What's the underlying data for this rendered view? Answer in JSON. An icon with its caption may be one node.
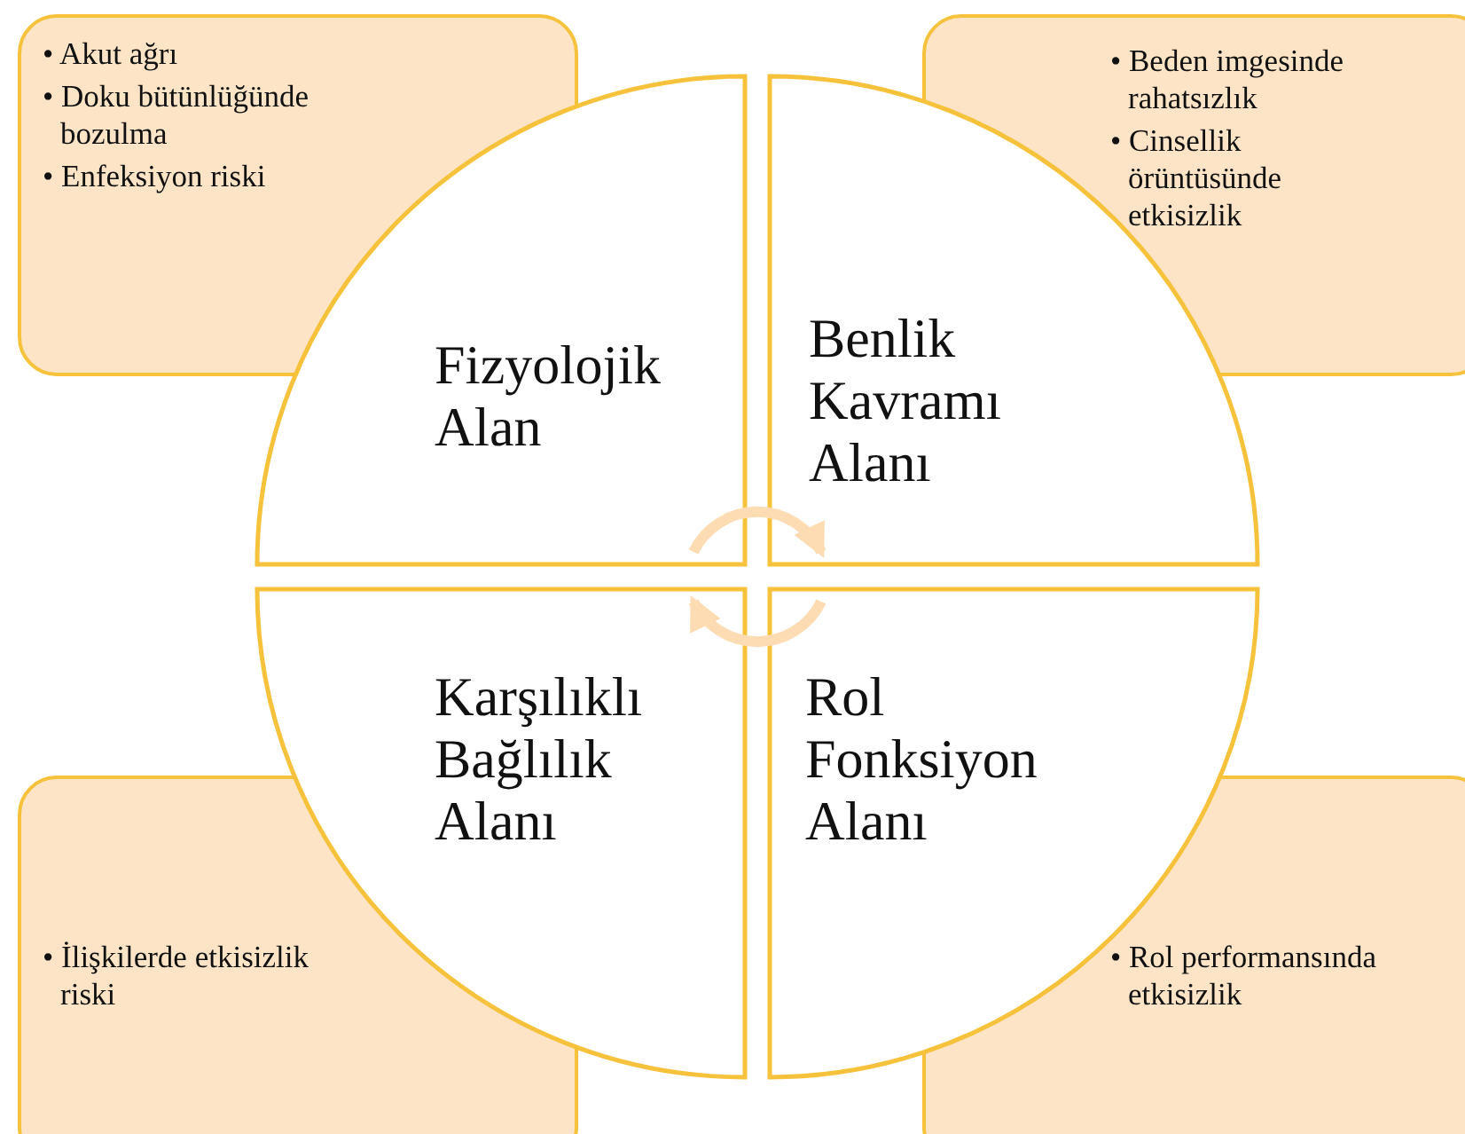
{
  "diagram": {
    "nodes": [
      {
        "text": [
          "• Akut ağrı",
          "• Doku bütünlüğünde bozulma",
          "• Enfeksiyon riski"
        ]
      },
      {
        "text": [
          "• Beden imgesinde rahatsızlık",
          "• Cinsellik örüntüsünde etkisizlik"
        ]
      },
      {
        "text": [
          "Fizyolojik Alan"
        ]
      },
      {
        "text": [
          "Benlik Kavramı Alanı"
        ]
      },
      {
        "text": [
          "Karşılıklı Bağlılık Alanı"
        ]
      },
      {
        "text": [
          "Rol Fonksiyon Alanı"
        ]
      },
      {
        "text": [
          "• İlişkilerde etkisizlik riski"
        ]
      },
      {
        "text": [
          "• Rol performansında etkisizlik"
        ]
      }
    ],
    "edges": [
      {
        "from": 2,
        "to": 3,
        "arrow": "to",
        "color": "#fddcb3"
      },
      {
        "from": 5,
        "to": 4,
        "arrow": "to",
        "color": "#fddcb3"
      }
    ]
  }
}
